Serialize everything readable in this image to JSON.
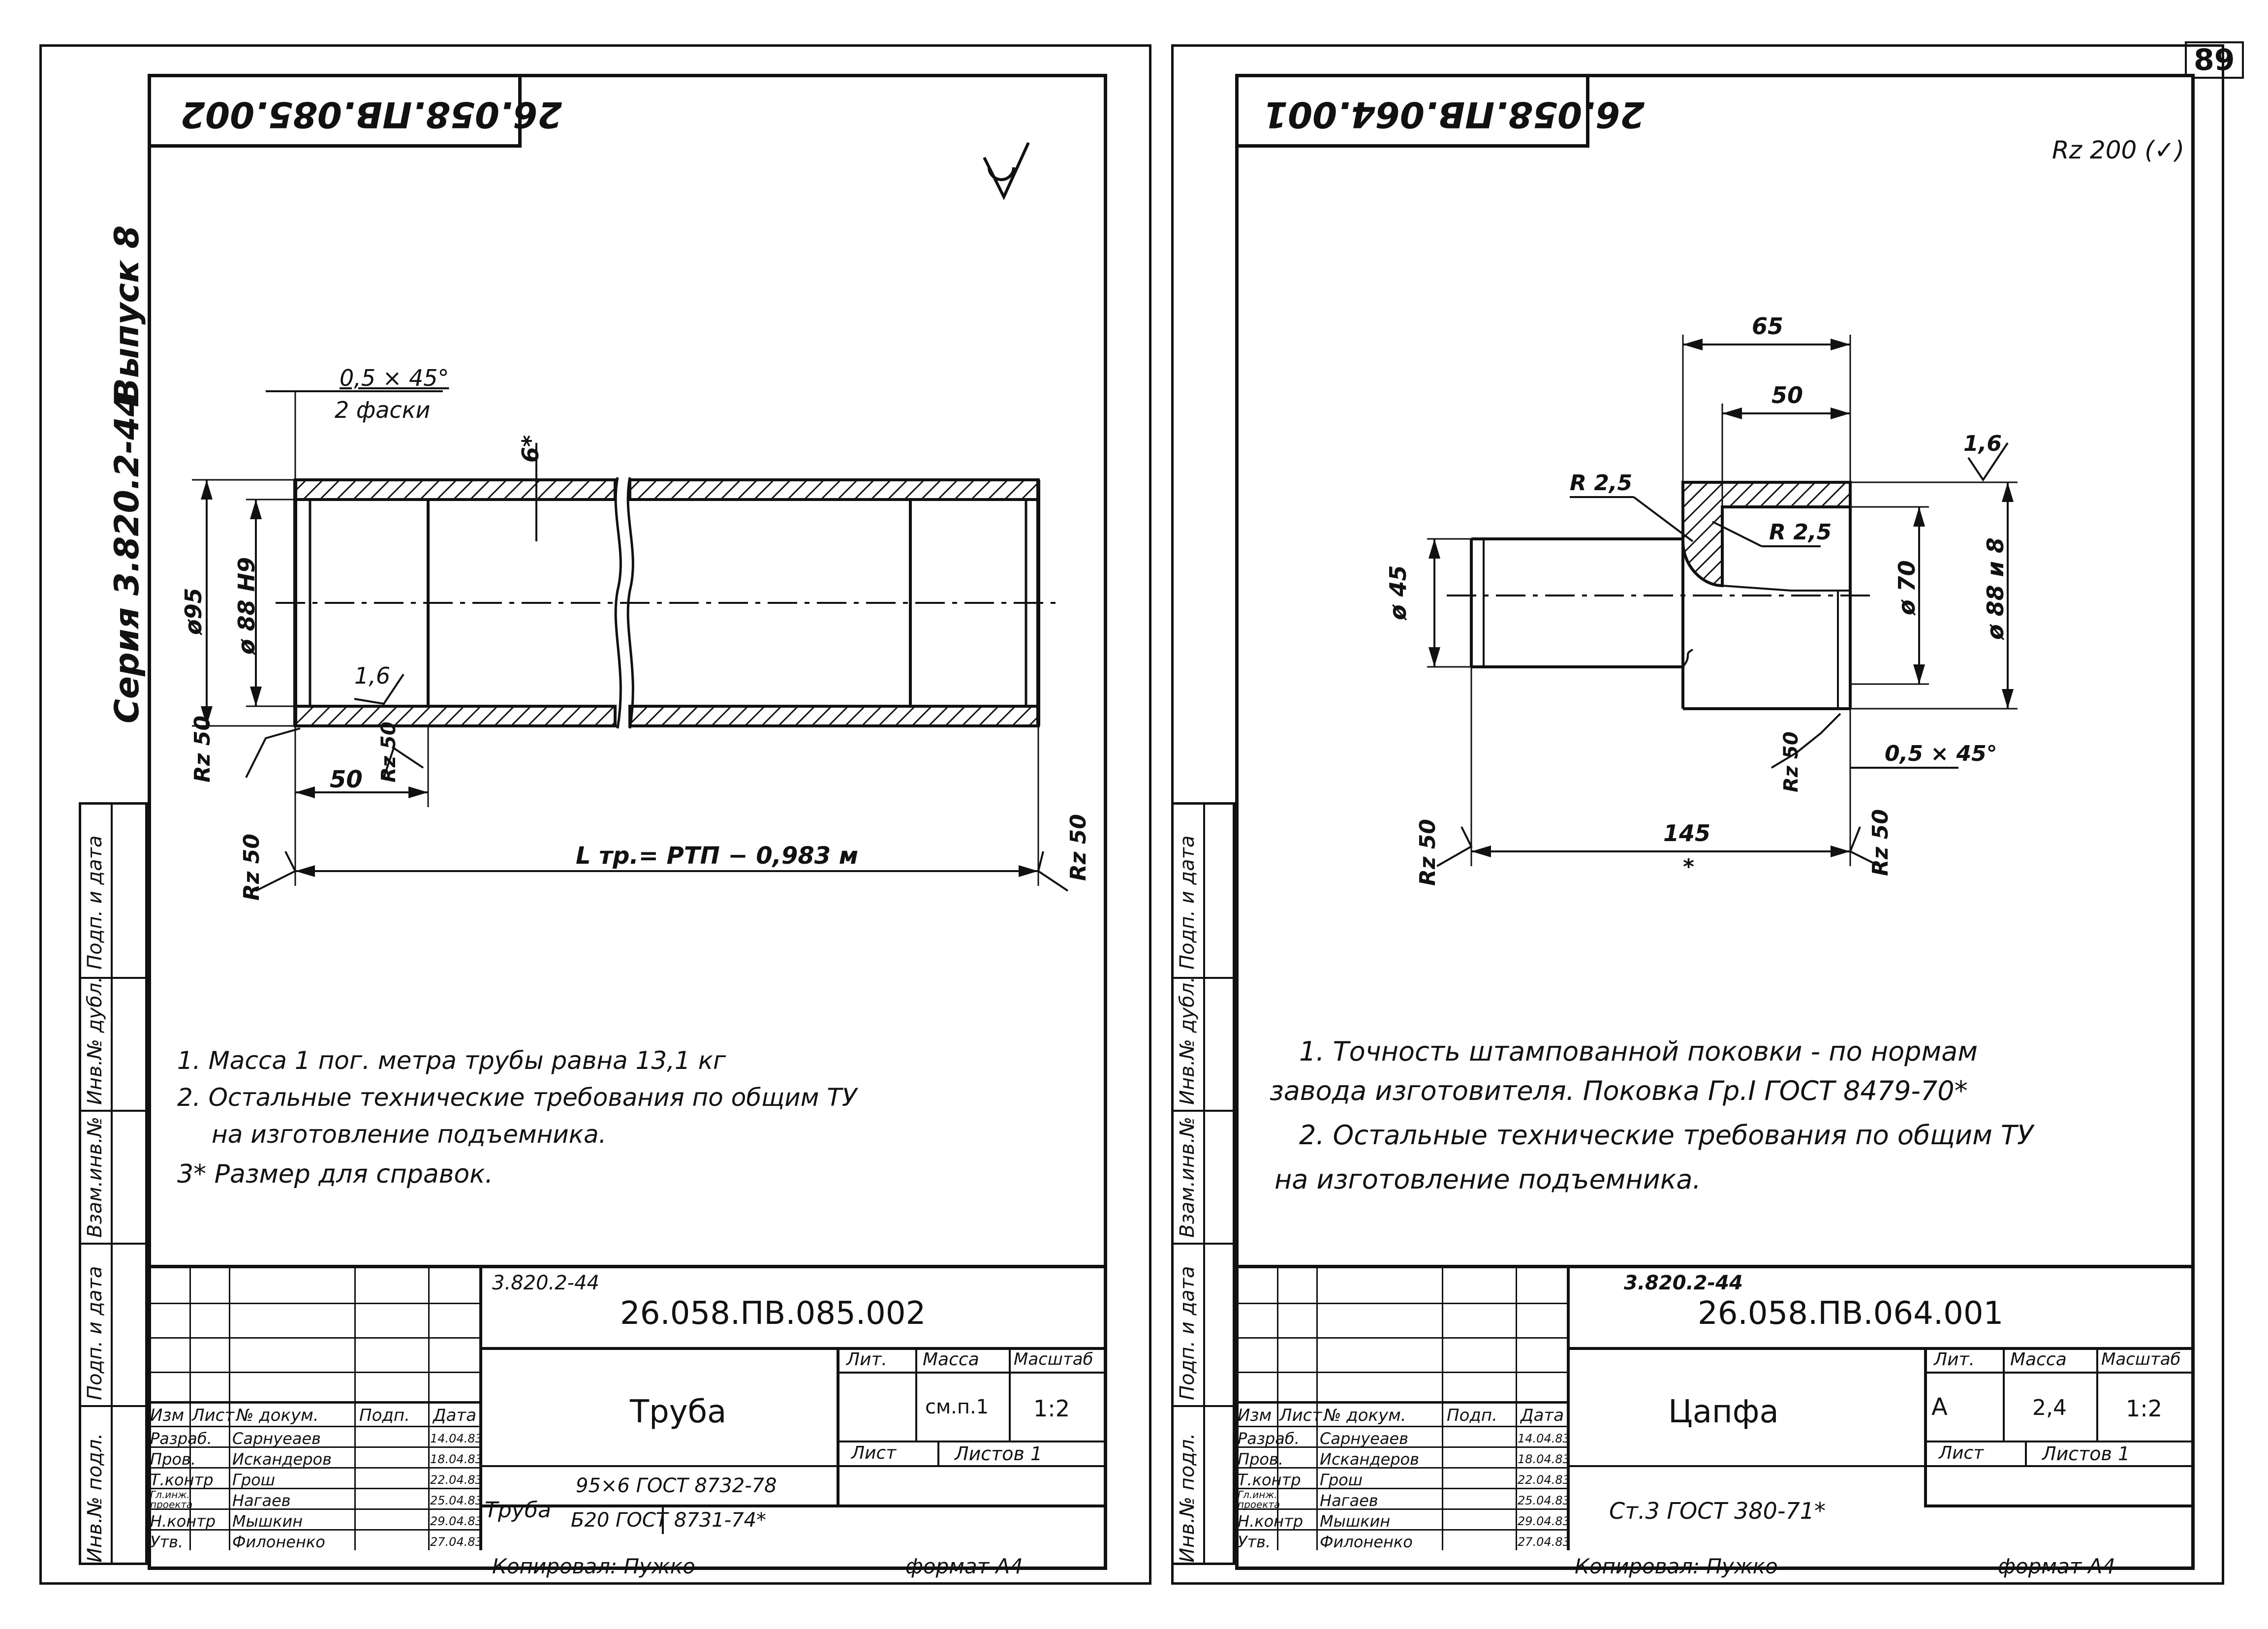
{
  "page_number": "89",
  "margin": {
    "series": "Серия 3.820.2-44",
    "issue": "Выпуск 8",
    "side_cells": [
      "Подп. и дата",
      "Инв.№ дубл.",
      "Взам.инв.№",
      "Подп. и дата",
      "Инв.№ подл."
    ]
  },
  "left": {
    "top_code": "26.058.ПВ.085.002",
    "roughness_sign": "(✓)",
    "dims": {
      "chamfer": "0,5 × 45°",
      "chamfer_note": "2 фаски",
      "wall": "6*",
      "outer_d": "ø95",
      "inner_d": "ø 88 Н9",
      "rough_inner": "1,6",
      "len50": "50",
      "rz50": "Rz 50",
      "length": "L тр.= РТП − 0,983 м"
    },
    "notes": [
      "1. Масса 1 пог. метра трубы равна 13,1 кг",
      "2. Остальные технические требования по общим ТУ",
      "на изготовление подъемника.",
      "3* Размер для справок."
    ],
    "stamp": {
      "series_ref": "3.820.2-44",
      "code": "26.058.ПВ.085.002",
      "name": "Труба",
      "lit": "Лит.",
      "mass_h": "Масса",
      "scale_h": "Масштаб",
      "mass": "см.п.1",
      "scale": "1:2",
      "sheet": "Лист",
      "sheets": "Листов 1",
      "material_label": "Труба",
      "material1": "95×6 ГОСТ 8732-78",
      "material2": "Б20 ГОСТ 8731-74*",
      "headers": [
        "Изм",
        "Лист",
        "№ докум.",
        "Подп.",
        "Дата"
      ],
      "rows": [
        [
          "Разраб.",
          "Сарнуеаев",
          "14.04.83"
        ],
        [
          "Пров.",
          "Искандеров",
          "18.04.83"
        ],
        [
          "Т.контр",
          "Грош",
          "22.04.83"
        ],
        [
          "Гл.инж. проекта",
          "Нагаев",
          "25.04.83"
        ],
        [
          "Н.контр",
          "Мышкин",
          "29.04.83"
        ],
        [
          "Утв.",
          "Филоненко",
          "27.04.83"
        ]
      ],
      "copied": "Копировал: Пужко",
      "format": "формат А4"
    }
  },
  "right": {
    "top_code": "26.058.ПВ.064.001",
    "roughness_sign": "Rz 200 (✓)",
    "dims": {
      "d65": "65",
      "d50": "50",
      "r1": "R 2,5",
      "r2": "R 2,5",
      "rough": "1,6",
      "d45": "ø 45",
      "d70": "ø 70",
      "d88": "ø 88 и 8",
      "rz50a": "Rz 50",
      "chamfer": "0,5 × 45°",
      "rz50b": "Rz 50",
      "d145": "145",
      "star": "*",
      "rz50c": "Rz 50"
    },
    "notes": [
      "1. Точность штампованной поковки - по нормам",
      "завода изготовителя. Поковка Гр.I ГОСТ 8479-70*",
      "2. Остальные технические требования по общим ТУ",
      "на изготовление подъемника."
    ],
    "stamp": {
      "series_ref": "3.820.2-44",
      "code": "26.058.ПВ.064.001",
      "name": "Цапфа",
      "lit": "Лит.",
      "mass_h": "Масса",
      "scale_h": "Масштаб",
      "lit_val": "А",
      "mass": "2,4",
      "scale": "1:2",
      "sheet": "Лист",
      "sheets": "Листов 1",
      "material": "Ст.3 ГОСТ 380-71*",
      "headers": [
        "Изм",
        "Лист",
        "№ докум.",
        "Подп.",
        "Дата"
      ],
      "rows": [
        [
          "Разраб.",
          "Сарнуеаев",
          "14.04.83"
        ],
        [
          "Пров.",
          "Искандеров",
          "18.04.83"
        ],
        [
          "Т.контр",
          "Грош",
          "22.04.83"
        ],
        [
          "Гл.инж. проекта",
          "Нагаев",
          "25.04.83"
        ],
        [
          "Н.контр",
          "Мышкин",
          "29.04.83"
        ],
        [
          "Утв.",
          "Филоненко",
          "27.04.83"
        ]
      ],
      "copied": "Копировал: Пужко",
      "format": "формат А4"
    }
  }
}
